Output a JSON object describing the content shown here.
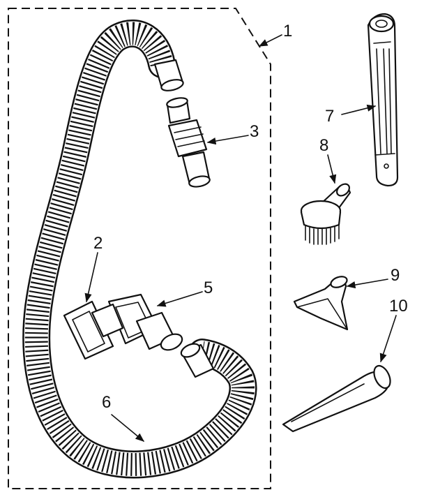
{
  "diagram": {
    "colors": {
      "ink": "#111111",
      "paper": "#ffffff"
    },
    "labels": [
      {
        "id": "1",
        "text": "1"
      },
      {
        "id": "2",
        "text": "2"
      },
      {
        "id": "3",
        "text": "3"
      },
      {
        "id": "5",
        "text": "5"
      },
      {
        "id": "6",
        "text": "6"
      },
      {
        "id": "7",
        "text": "7"
      },
      {
        "id": "8",
        "text": "8"
      },
      {
        "id": "9",
        "text": "9"
      },
      {
        "id": "10",
        "text": "10"
      }
    ]
  }
}
